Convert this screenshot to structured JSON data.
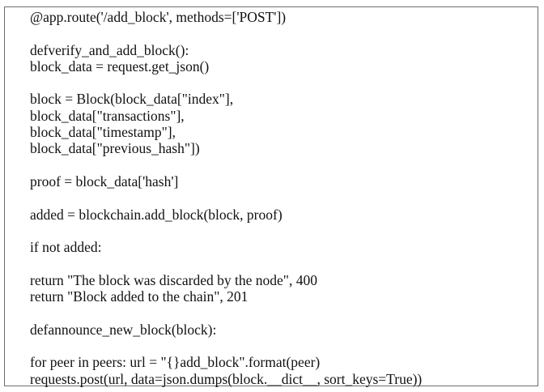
{
  "code_lines": [
    "@app.route('/add_block', methods=['POST'])",
    "",
    "defverify_and_add_block():",
    "block_data = request.get_json()",
    "",
    "block = Block(block_data[\"index\"],",
    "block_data[\"transactions\"],",
    "block_data[\"timestamp\"],",
    "block_data[\"previous_hash\"])",
    "",
    "proof = block_data['hash']",
    "",
    "added = blockchain.add_block(block, proof)",
    "",
    "if not added:",
    "",
    "return \"The block was discarded by the node\", 400",
    "return \"Block added to the chain\", 201",
    "",
    "defannounce_new_block(block):",
    "",
    "for peer in peers: url = \"{}add_block\".format(peer)",
    "requests.post(url, data=json.dumps(block.__dict__, sort_keys=True))"
  ]
}
